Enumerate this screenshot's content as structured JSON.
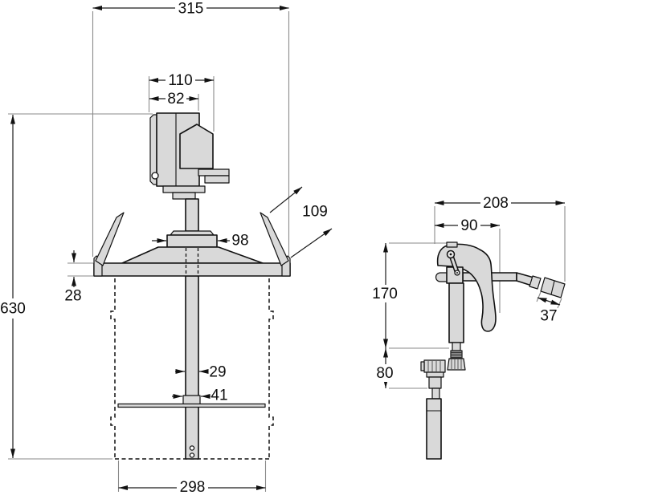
{
  "drawing": {
    "title": "drum-mixer-and-spray-gun-dimension-drawing",
    "colors": {
      "background": "#ffffff",
      "outline": "#111111",
      "part_fill": "#d9d9d9",
      "extension_line": "#8a8a8a",
      "dimension_text": "#0e0e0e"
    },
    "left_view": {
      "name": "drum-mixer-front-view",
      "dims": {
        "overall_width": "315",
        "motor_overall_width": "110",
        "motor_body_width": "82",
        "overall_height": "630",
        "clamp_lever_length": "109",
        "lid_hub_width": "98",
        "lid_plate_thickness": "28",
        "shaft_diameter": "29",
        "impeller_hub_diameter": "41",
        "drum_width": "298"
      }
    },
    "right_view": {
      "name": "spray-gun-side-view",
      "dims": {
        "overall_width": "208",
        "inlet_offset": "90",
        "gun_body_height": "170",
        "elbow_fitting_height": "80",
        "nozzle_tip_length": "37"
      }
    }
  }
}
